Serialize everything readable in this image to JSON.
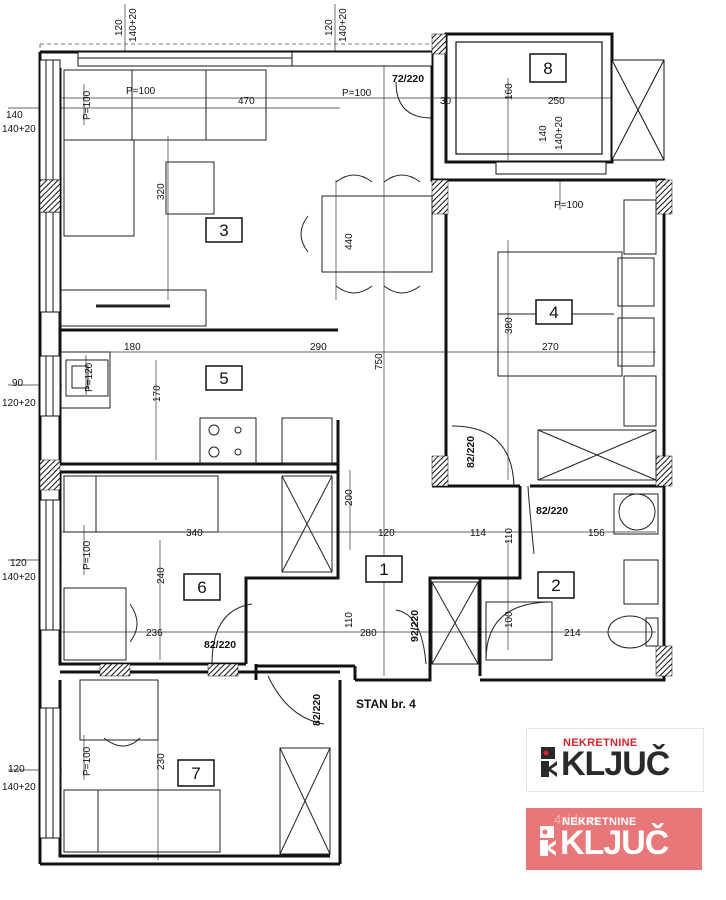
{
  "plan": {
    "title": "STAN br. 4",
    "rooms": [
      "1",
      "2",
      "3",
      "4",
      "5",
      "6",
      "7",
      "8"
    ],
    "dims": {
      "d120a": "120",
      "d140a": "140+20",
      "d120b": "120",
      "d140b": "140+20",
      "p100_liv": "P=100",
      "d470": "470",
      "p100_top": "P=100",
      "d72_220": "72/220",
      "d30": "30",
      "d160": "160",
      "d250": "250",
      "d140c": "140",
      "d140d": "140+20",
      "p100_left": "P=100",
      "d140e": "140",
      "d140f": "140+20",
      "d320": "320",
      "d440": "440",
      "p100_bed": "P=100",
      "d380": "380",
      "d180": "180",
      "d290": "290",
      "d270": "270",
      "d90": "90",
      "d120_20": "120+20",
      "p120": "P=120",
      "d170": "170",
      "d750": "750",
      "d82_220a": "82/220",
      "d200": "200",
      "d82_220b": "82/220",
      "d340": "340",
      "d120g": "120",
      "d114": "114",
      "d110a": "110",
      "d156": "156",
      "d120h": "120",
      "d140g": "140+20",
      "p100_r6": "P=100",
      "d240": "240",
      "d236": "236",
      "d82_220c": "82/220",
      "d110b": "110",
      "d280": "280",
      "d92_220": "92/220",
      "d100": "100",
      "d214": "214",
      "d82_220d": "82/220",
      "d120i": "120",
      "d140h": "140+20",
      "p100_r7": "P=100",
      "d230": "230"
    }
  },
  "logos": [
    {
      "top": "NEKRETNINE",
      "main": "KLJUČ"
    },
    {
      "top": "NEKRETNINE",
      "main": "KLJUČ",
      "watermark": "4zida.rs"
    }
  ],
  "colors": {
    "wall": "#111111",
    "brand_red": "#d8242a",
    "logo_bg": "#e8777a"
  }
}
